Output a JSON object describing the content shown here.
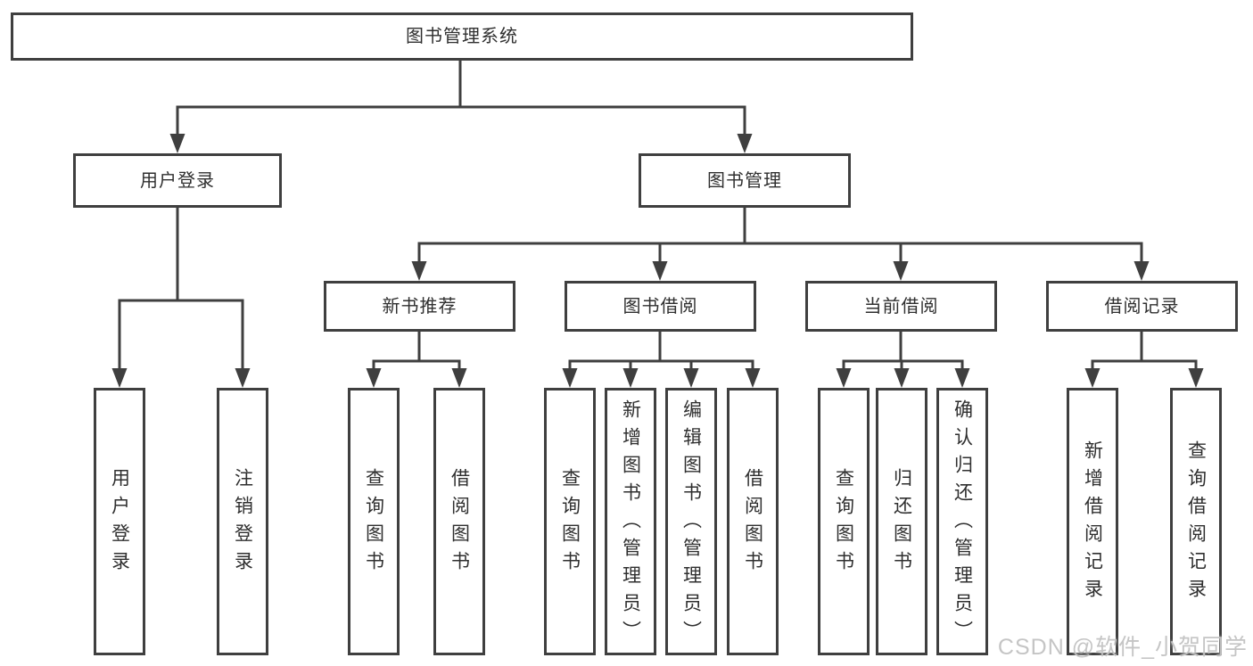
{
  "watermark": "CSDN @软件_小贺同学",
  "colors": {
    "line": "#3f3f3f",
    "box_border": "#3f3f3f",
    "text": "#2f2f2f",
    "background": "#ffffff",
    "watermark": "#c2c2c2"
  },
  "nodes": {
    "root": {
      "label": "图书管理系统"
    },
    "level2": [
      {
        "label": "用户登录"
      },
      {
        "label": "图书管理"
      }
    ],
    "level3": [
      {
        "label": "新书推荐"
      },
      {
        "label": "图书借阅"
      },
      {
        "label": "当前借阅"
      },
      {
        "label": "借阅记录"
      }
    ],
    "leaves": [
      {
        "label": "用户登录"
      },
      {
        "label": "注销登录"
      },
      {
        "label": "查询图书"
      },
      {
        "label": "借阅图书"
      },
      {
        "label": "查询图书"
      },
      {
        "label": "新增图书（管理员）"
      },
      {
        "label": "编辑图书（管理员）"
      },
      {
        "label": "借阅图书"
      },
      {
        "label": "查询图书"
      },
      {
        "label": "归还图书"
      },
      {
        "label": "确认归还（管理员）"
      },
      {
        "label": "新增借阅记录"
      },
      {
        "label": "查询借阅记录"
      }
    ]
  }
}
